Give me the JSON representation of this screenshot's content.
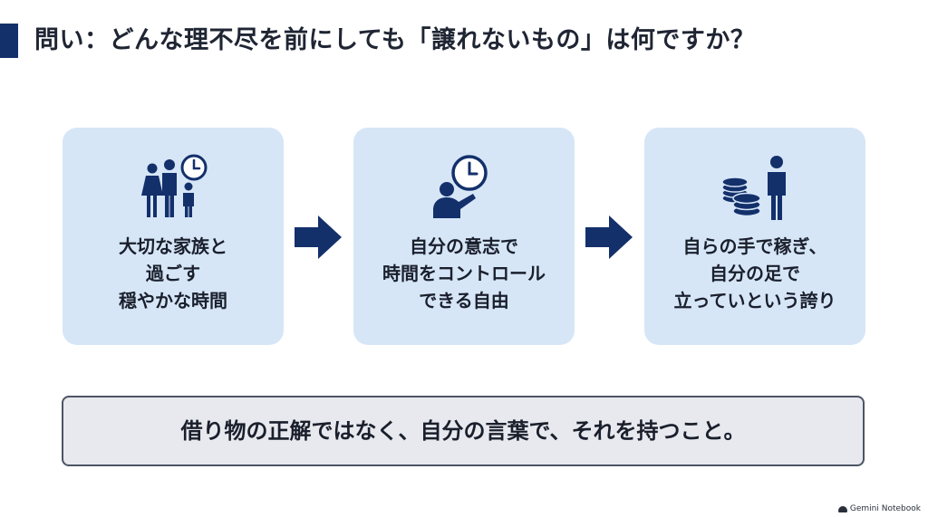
{
  "header": {
    "title": "問い：どんな理不尽を前にしても「譲れないもの」は何ですか？"
  },
  "cards": [
    {
      "icon": "family-with-clock-icon",
      "lines": [
        "大切な家族と",
        "過ごす",
        "穏やかな時間"
      ]
    },
    {
      "icon": "person-with-clock-icon",
      "lines": [
        "自分の意志で",
        "時間をコントロール",
        "できる自由"
      ]
    },
    {
      "icon": "coins-and-person-icon",
      "lines": [
        "自らの手で稼ぎ、",
        "自分の足で",
        "立っていという誇り"
      ]
    }
  ],
  "arrows": [
    "arrow-right-icon",
    "arrow-right-icon"
  ],
  "conclusion": {
    "text": "借り物の正解ではなく、自分の言葉で、それを持つこと。"
  },
  "watermark": {
    "text": "Gemini Notebook"
  },
  "colors": {
    "accent": "#13306b",
    "card_background": "#d6e6f7",
    "conclusion_background": "#e7e9ee",
    "conclusion_border": "#4d5564"
  }
}
